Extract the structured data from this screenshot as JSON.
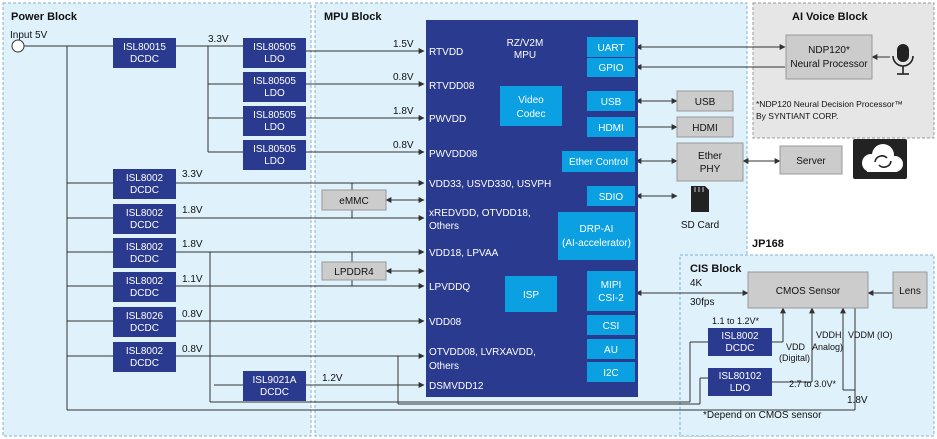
{
  "colors": {
    "region_fill": "#dff1fb",
    "chip_dark": "#2a3a8f",
    "chip_light": "#0aa0e2",
    "line": "#333333",
    "gray_box": "#cccccc",
    "ai_region": "#e6e6e6"
  },
  "regions": {
    "power": "Power Block",
    "mpu": "MPU Block",
    "ai_voice": "AI Voice Block",
    "jp168": "JP168",
    "cis": "CIS Block"
  },
  "power": {
    "input": "Input 5V",
    "isl80015": [
      "ISL80015",
      "DCDC"
    ],
    "v33_top": "3.3V",
    "ldo": [
      "ISL80505",
      "LDO"
    ],
    "ldo_outputs": [
      "1.5V",
      "0.8V",
      "1.8V",
      "0.8V"
    ],
    "dcdc_list": [
      {
        "name": [
          "ISL8002",
          "DCDC"
        ],
        "v": "3.3V"
      },
      {
        "name": [
          "ISL8002",
          "DCDC"
        ],
        "v": "1.8V"
      },
      {
        "name": [
          "ISL8002",
          "DCDC"
        ],
        "v": "1.8V"
      },
      {
        "name": [
          "ISL8002",
          "DCDC"
        ],
        "v": "1.1V"
      },
      {
        "name": [
          "ISL8026",
          "DCDC"
        ],
        "v": "0.8V"
      },
      {
        "name": [
          "ISL8002",
          "DCDC"
        ],
        "v": "0.8V"
      }
    ],
    "isl9021a": [
      "ISL9021A",
      "DCDC"
    ],
    "v12": "1.2V"
  },
  "mpu": {
    "chip_title": [
      "RZ/V2M",
      "MPU"
    ],
    "rails": [
      "RTVDD",
      "RTVDD08",
      "PWVDD",
      "PWVDD08",
      "VDD33, USVD330, USVPH",
      "xREDVDD, OTVDD18,",
      "Others",
      "VDD18, LPVAA",
      "LPVDDQ",
      "VDD08",
      "OTVDD08, LVRXAVDD,",
      "Others",
      "DSMVDD12"
    ],
    "emmc": "eMMC",
    "lpddr4": "LPDDR4",
    "blocks": {
      "uart": "UART",
      "gpio": "GPIO",
      "video": [
        "Video",
        "Codec"
      ],
      "usb": "USB",
      "hdmi": "HDMI",
      "ether": "Ether Control",
      "sdio": "SDIO",
      "drp": [
        "DRP-AI",
        "(AI-accelerator)"
      ],
      "isp": "ISP",
      "mipi": [
        "MIPI",
        "CSI-2"
      ],
      "csi": "CSI",
      "au": "AU",
      "i2c": "I2C"
    }
  },
  "peripherals": {
    "usb": "USB",
    "hdmi": "HDMI",
    "ether_phy": [
      "Ether",
      "PHY"
    ],
    "server": "Server",
    "sd_card": "SD Card"
  },
  "ai": {
    "ndp": [
      "NDP120*",
      "Neural Processor"
    ],
    "note": [
      "*NDP120 Neural Decision Processor™",
      "By SYNTIANT CORP."
    ],
    "icons": [
      "microphone-icon",
      "cloud-sync-icon",
      "sd-card-icon"
    ]
  },
  "cis": {
    "cmos": "CMOS Sensor",
    "lens": "Lens",
    "mipi_labels": [
      "4K",
      "30fps"
    ],
    "isl8002": [
      "ISL8002",
      "DCDC"
    ],
    "isl80102": [
      "ISL80102",
      "LDO"
    ],
    "v_11_12": "1.1 to 1.2V*",
    "vdd_digital": [
      "VDD",
      "(Digital)"
    ],
    "vddh": [
      "VDDH",
      "Analog)"
    ],
    "vddm": "VDDM (IO)",
    "v_27_30": "2.7 to 3.0V*",
    "v18": "1.8V",
    "note": "*Depend on CMOS sensor"
  }
}
